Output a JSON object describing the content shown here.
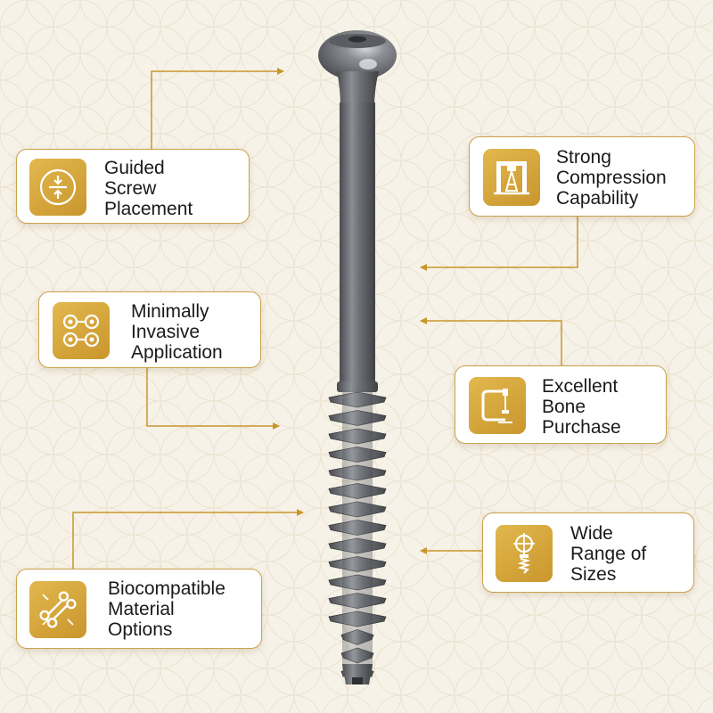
{
  "features": [
    {
      "label": "Guided\nScrew\nPlacement",
      "icon": "guided-placement-icon"
    },
    {
      "label": "Strong\nCompression\nCapability",
      "icon": "compression-press-icon"
    },
    {
      "label": "Minimally\nInvasive\nApplication",
      "icon": "linked-circles-icon"
    },
    {
      "label": "Excellent\nBone\nPurchase",
      "icon": "c-clamp-icon"
    },
    {
      "label": "Biocompatible\nMaterial\nOptions",
      "icon": "bone-icon"
    },
    {
      "label": "Wide\nRange of\nSizes",
      "icon": "screw-target-icon"
    }
  ],
  "colors": {
    "background": "#f7f2e8",
    "accent_gold": "#c9962c",
    "connector": "#c9962c",
    "card_border": "#c9a34a",
    "screw_metal": "#6b6d72",
    "text": "#1a1a1a"
  }
}
